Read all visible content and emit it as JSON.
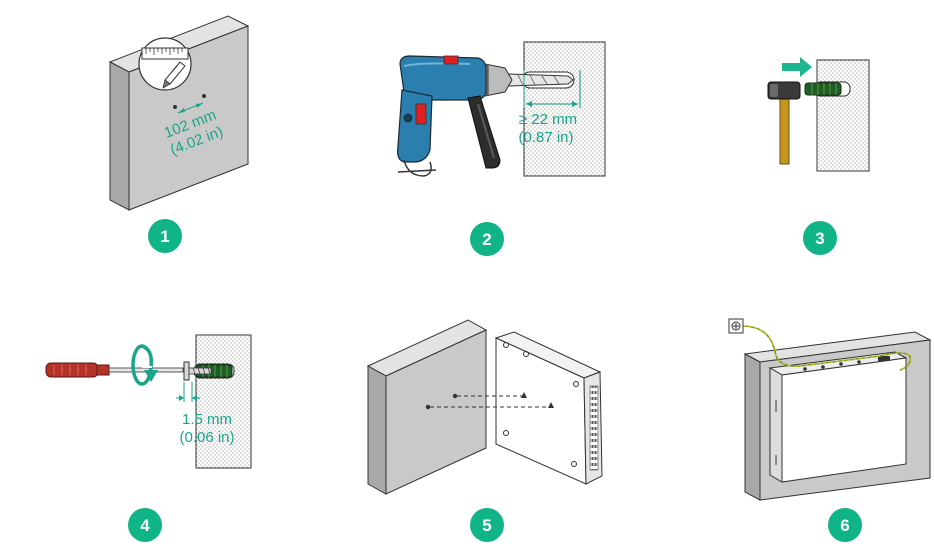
{
  "colors": {
    "accent": "#1aa58a",
    "badge": "#10b486",
    "wall": "#c9c9c9",
    "drill_body": "#2b7fae",
    "switch_red": "#e02020",
    "hammer_handle": "#c8951e",
    "anchor_green": "#1f5e25",
    "screwdriver_handle": "#b5322a",
    "arrow_green": "#1bb58f"
  },
  "steps": [
    {
      "number": "1",
      "dim_line1": "102 mm",
      "dim_line2": "(4.02 in)",
      "icons": [
        "ruler-icon",
        "pencil-icon"
      ]
    },
    {
      "number": "2",
      "dim_line1": "≥ 22 mm",
      "dim_line2": "(0.87 in)",
      "icons": [
        "drill-icon"
      ]
    },
    {
      "number": "3",
      "icons": [
        "hammer-icon",
        "anchor-icon"
      ]
    },
    {
      "number": "4",
      "dim_line1": "1.5 mm",
      "dim_line2": "(0.06 in)",
      "icons": [
        "screwdriver-icon",
        "rotate-arrow-icon"
      ]
    },
    {
      "number": "5",
      "icons": [
        "device-icon"
      ]
    },
    {
      "number": "6",
      "icons": [
        "ground-icon",
        "device-icon"
      ]
    }
  ]
}
